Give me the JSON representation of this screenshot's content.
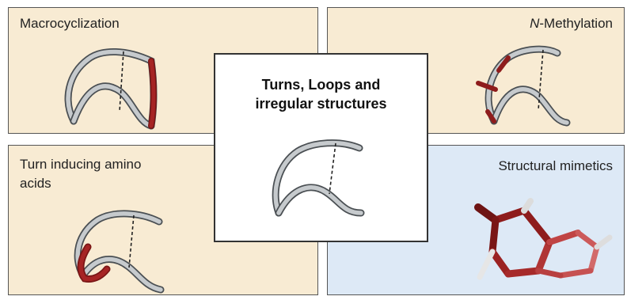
{
  "colors": {
    "warm_panel_bg": "#f8ebd3",
    "cool_panel_bg": "#dde9f6",
    "backbone": "#bfc3c6",
    "backbone_edge": "#4a4f53",
    "highlight": "#9b2222",
    "hbond_dash": "#222222"
  },
  "panels": {
    "macrocyclization": {
      "title": "Macrocyclization"
    },
    "n_methylation": {
      "title_italic": "N",
      "title_rest": "-Methylation"
    },
    "turn_inducing": {
      "title_line1": "Turn inducing amino",
      "title_line2": "acids"
    },
    "structural_mimetics": {
      "title": "Structural mimetics"
    },
    "center": {
      "title_line1": "Turns, Loops and",
      "title_line2": "irregular structures"
    }
  },
  "icons": [
    "peptide-backbone-icon",
    "molecule-icon",
    "hydrogen-bond-icon",
    "methyl-group-icon"
  ]
}
